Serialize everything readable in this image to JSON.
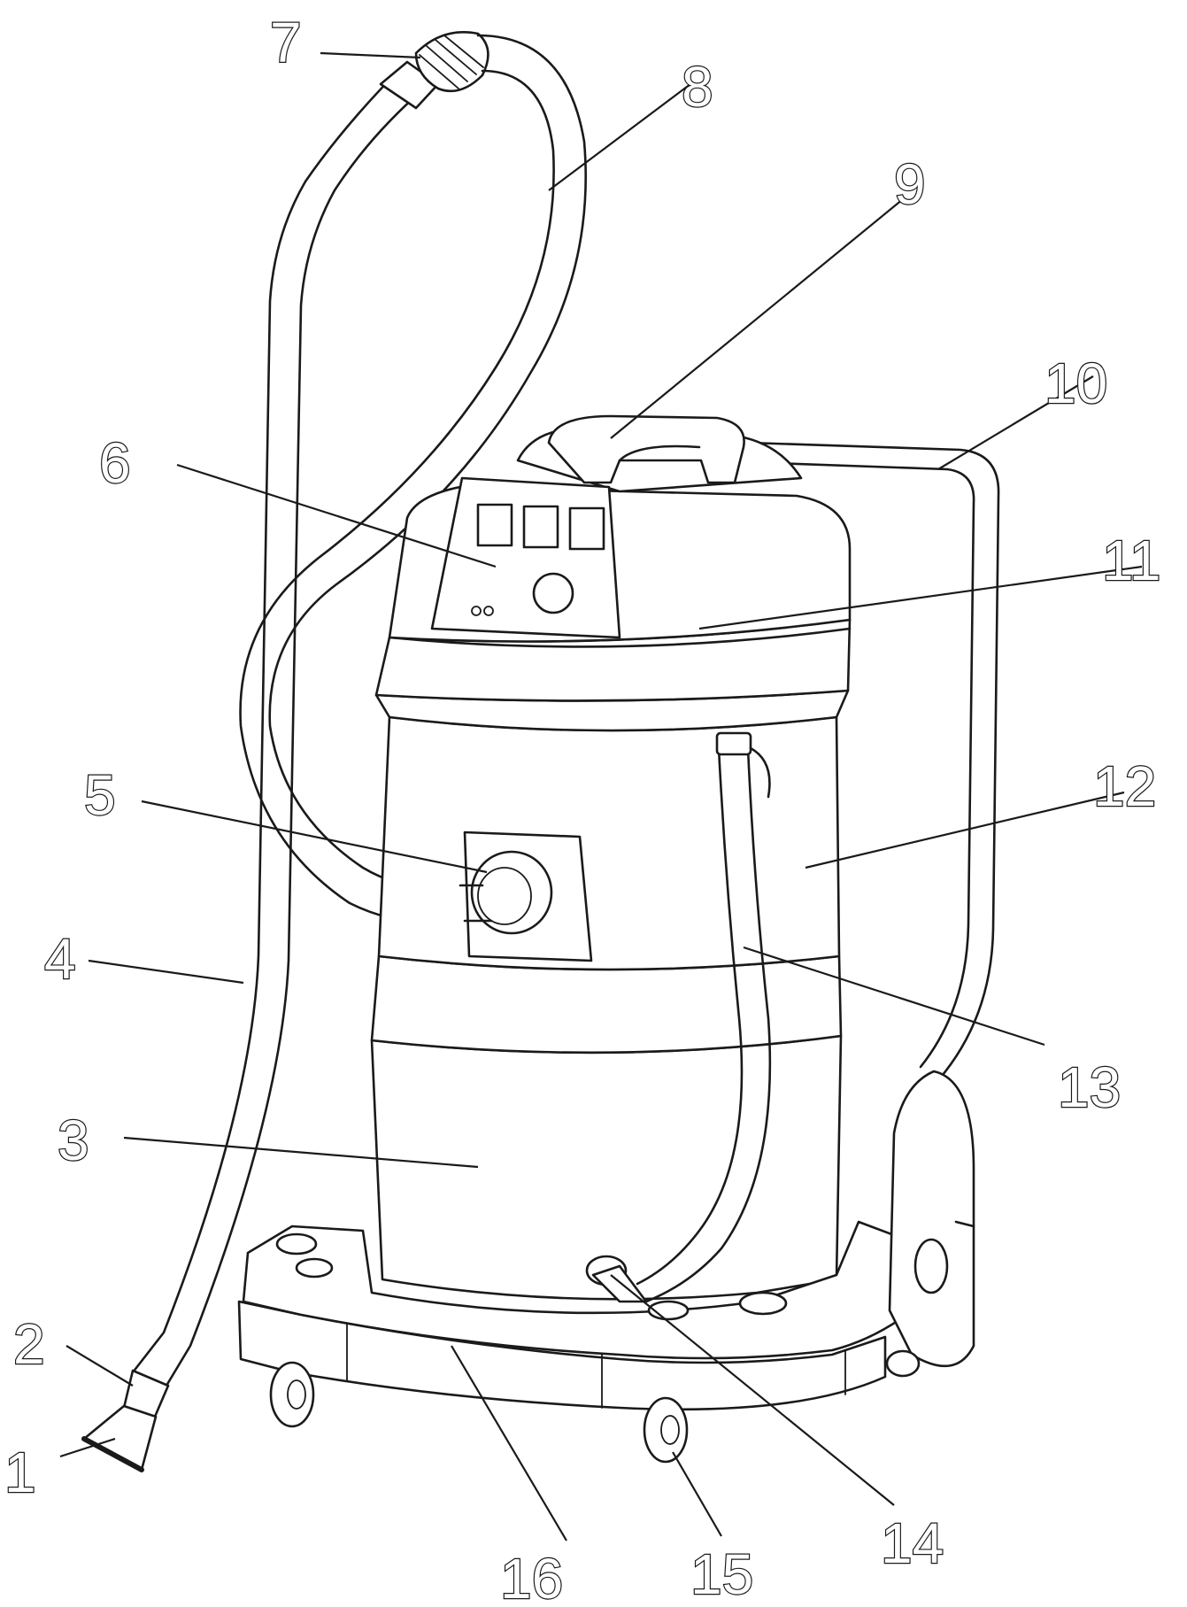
{
  "labels": [
    "1",
    "2",
    "3",
    "4",
    "5",
    "6",
    "7",
    "8",
    "9",
    "10",
    "11",
    "12",
    "13",
    "14",
    "15",
    "16"
  ]
}
